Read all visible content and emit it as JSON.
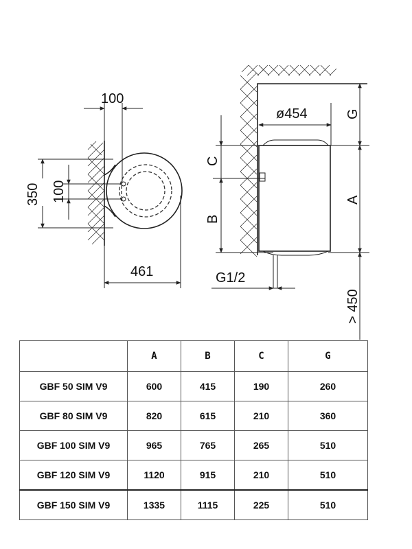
{
  "drawing": {
    "top_view": {
      "dim_width_top": "100",
      "dim_height_outer": "350",
      "dim_height_inner": "100",
      "dim_width_bottom": "461"
    },
    "side_view": {
      "dim_diameter": "ø454",
      "label_g": "G",
      "label_c": "C",
      "label_a": "A",
      "label_b": "B",
      "label_g12": "G1/2",
      "label_clearance": "> 450"
    }
  },
  "table": {
    "headers": [
      "",
      "A",
      "B",
      "C",
      "G"
    ],
    "rows": [
      {
        "model": "GBF 50 SIM V9",
        "a": "600",
        "b": "415",
        "c": "190",
        "g": "260"
      },
      {
        "model": "GBF 80 SIM V9",
        "a": "820",
        "b": "615",
        "c": "210",
        "g": "360"
      },
      {
        "model": "GBF 100 SIM V9",
        "a": "965",
        "b": "765",
        "c": "265",
        "g": "510"
      },
      {
        "model": "GBF 120 SIM V9",
        "a": "1120",
        "b": "915",
        "c": "210",
        "g": "510"
      },
      {
        "model": "GBF 150 SIM V9",
        "a": "1335",
        "b": "1115",
        "c": "225",
        "g": "510"
      }
    ]
  }
}
